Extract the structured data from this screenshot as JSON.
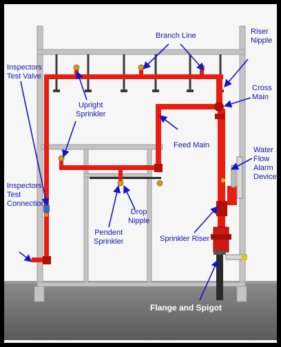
{
  "colors": {
    "pipe": "#e81c10",
    "pipe_dark": "#b01008",
    "label_text": "#1414a8",
    "arrow": "#1414c8",
    "frame": "#bcbcbc",
    "floor": "#6e6e6e",
    "background": "#f6f6f6",
    "border": "#000000"
  },
  "labels": {
    "branch_line": "Branch Line",
    "riser_nipple_1": "Riser",
    "riser_nipple_2": "Nipple",
    "inspectors_test_valve_1": "Inspectors",
    "inspectors_test_valve_2": "Test Valve",
    "upright_sprinkler_1": "Upright",
    "upright_sprinkler_2": "Sprinkler",
    "cross_main_1": "Cross",
    "cross_main_2": "Main",
    "feed_main": "Feed Main",
    "water_flow_alarm_1": "Water",
    "water_flow_alarm_2": "Flow",
    "water_flow_alarm_3": "Alarm",
    "water_flow_alarm_4": "Device",
    "inspectors_test_connection_1": "Inspectors",
    "inspectors_test_connection_2": "Test",
    "inspectors_test_connection_3": "Connection",
    "drop_nipple_1": "Drop",
    "drop_nipple_2": "Nipple",
    "pendent_sprinkler_1": "Pendent",
    "pendent_sprinkler_2": "Sprinkler",
    "sprinkler_riser": "Sprinkler Riser",
    "flange_and_spigot": "Flange and Spigot"
  }
}
